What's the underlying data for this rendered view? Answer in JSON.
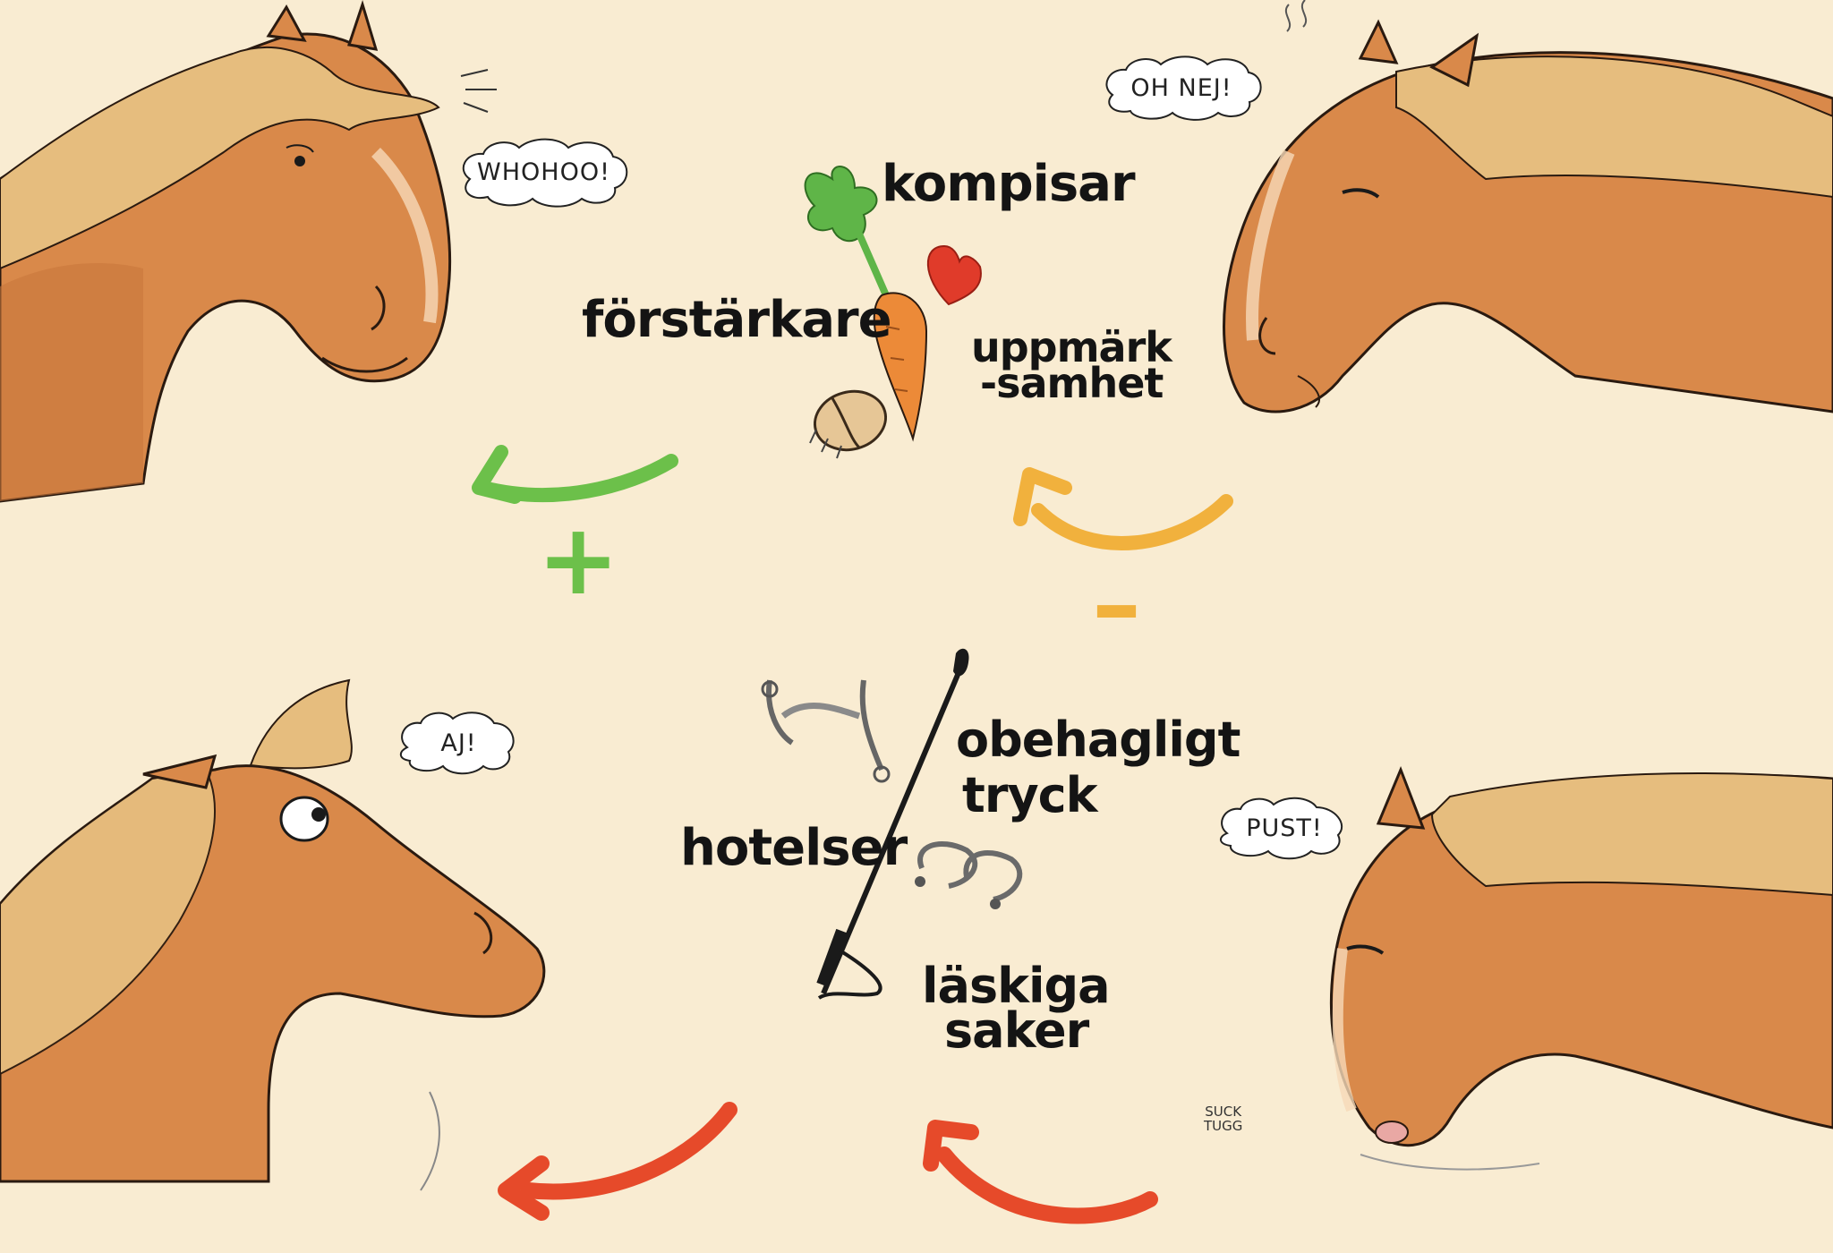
{
  "bubbles": {
    "top_left": "WHOHOO!",
    "top_right": "OH NEJ!",
    "bottom_left": "AJ!",
    "bottom_right": "PUST!"
  },
  "labels": {
    "kompisar": "kompisar",
    "forstarkare": "förstärkare",
    "uppmarksamhet_line1": "uppmärk",
    "uppmarksamhet_line2": "-samhet",
    "obehagligt_line1": "obehagligt",
    "obehagligt_line2": "tryck",
    "hotelser": "hotelser",
    "laskiga_line1": "läskiga",
    "laskiga_line2": "saker"
  },
  "signs": {
    "plus": "+",
    "minus": "–"
  },
  "chew_note": {
    "line1": "SUCK",
    "line2": "TUGG"
  },
  "colors": {
    "background": "#f9ecd2",
    "horse_coat": "#d9894a",
    "horse_mane": "#e6bd7e",
    "positive_arrow": "#6cc04a",
    "negative_reinforcement_arrow": "#f1b13d",
    "punishment_arrow": "#e64a2a",
    "heart": "#e03b2a",
    "carrot": "#ec8a38"
  },
  "icons": [
    "carrot-icon",
    "heart-icon",
    "brush-icon",
    "bit-icon",
    "whip-icon",
    "spurs-icon"
  ]
}
